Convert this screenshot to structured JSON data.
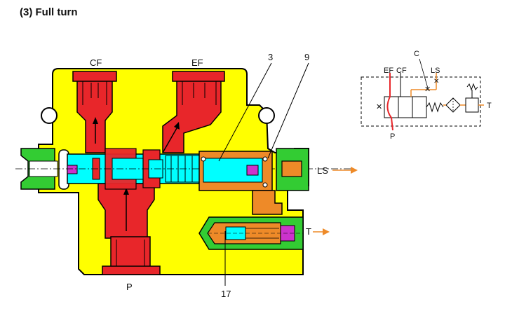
{
  "heading": "(3)  Full turn",
  "labels": {
    "cf": "CF",
    "ef": "EF",
    "p": "P",
    "ls": "LS",
    "t": "T",
    "part_3": "3",
    "part_9": "9",
    "part_17": "17"
  },
  "symbol_labels": {
    "ef": "EF",
    "cf": "CF",
    "c": "C",
    "ls": "LS",
    "p": "P",
    "t": "T"
  },
  "colors": {
    "body": "#ffff00",
    "pressure": "#e8262a",
    "spool": "#00ffff",
    "signal": "#ee8a28",
    "plug": "#33cc33",
    "detail": "#cc33cc",
    "outline": "#000000"
  }
}
